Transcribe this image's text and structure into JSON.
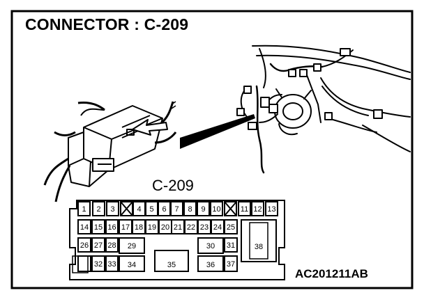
{
  "title": "CONNECTOR : C-209",
  "connector_label": "C-209",
  "document_code": "AC201211AB",
  "pins": {
    "p1": "1",
    "p2": "2",
    "p3": "3",
    "p4": "4",
    "p5": "5",
    "p6": "6",
    "p7": "7",
    "p8": "8",
    "p9": "9",
    "p10": "10",
    "p11": "11",
    "p12": "12",
    "p13": "13",
    "p14": "14",
    "p15": "15",
    "p16": "16",
    "p17": "17",
    "p18": "18",
    "p19": "19",
    "p20": "20",
    "p21": "21",
    "p22": "22",
    "p23": "23",
    "p24": "24",
    "p25": "25",
    "p26": "26",
    "p27": "27",
    "p28": "28",
    "p29": "29",
    "p30": "30",
    "p31": "31",
    "p32": "32",
    "p33": "33",
    "p34": "34",
    "p35": "35",
    "p36": "36",
    "p37": "37",
    "p38": "38"
  }
}
